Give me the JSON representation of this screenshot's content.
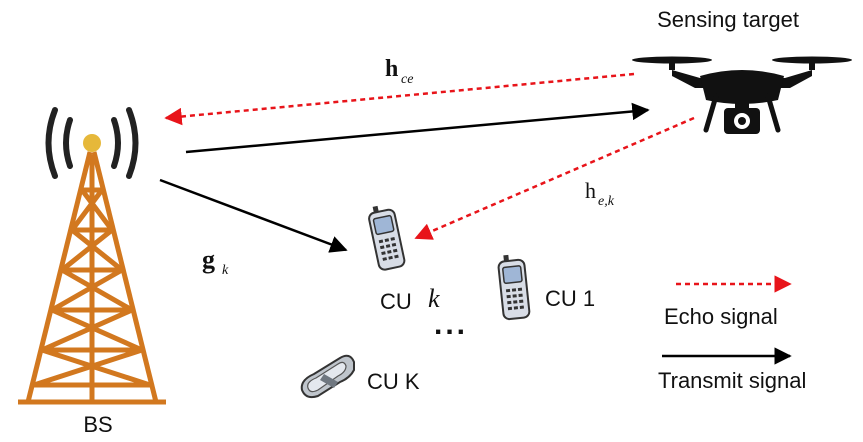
{
  "labels": {
    "sensing_target": "Sensing target",
    "bs": "BS",
    "cu_k": "CU",
    "cu_k_italic": "k",
    "cu_1": "CU 1",
    "cu_K": "CU K",
    "dots": "...",
    "legend_echo": "Echo signal",
    "legend_transmit": "Transmit signal"
  },
  "math": {
    "h_ce_main": "h",
    "h_ce_sub": "ce",
    "h_ek_main": "h",
    "h_ek_sub": "e,k",
    "g_k_main": "g",
    "g_k_sub": "k"
  },
  "colors": {
    "tower": "#d2781f",
    "echo": "#e8141a",
    "transmit": "#000000"
  },
  "icons": {
    "tower": "bs-tower-icon",
    "drone": "drone-icon",
    "phone": "phone-icon",
    "flip_phone": "flip-phone-icon"
  }
}
